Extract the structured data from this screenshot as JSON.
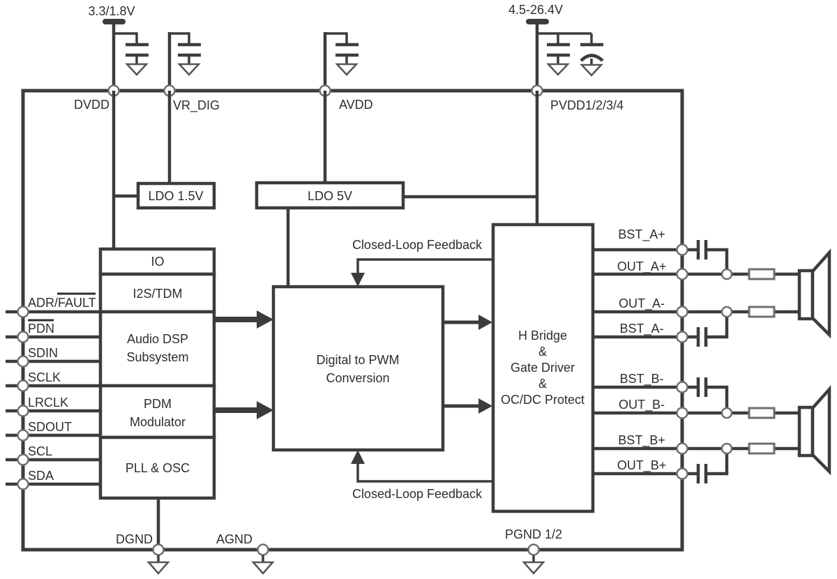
{
  "diagram": {
    "supply_digital": "3.3/1.8V",
    "supply_power": "4.5-26.4V",
    "top_pins": [
      "DVDD",
      "VR_DIG",
      "AVDD",
      "PVDD1/2/3/4"
    ],
    "left_pins": [
      "ADR/FAULT",
      "PDN",
      "SDIN",
      "SCLK",
      "LRCLK",
      "SDOUT",
      "SCL",
      "SDA"
    ],
    "overlined_pins": [
      "FAULT",
      "PDN"
    ],
    "right_pins": [
      "BST_A+",
      "OUT_A+",
      "OUT_A-",
      "BST_A-",
      "BST_B-",
      "OUT_B-",
      "BST_B+",
      "OUT_B+"
    ],
    "ground_pins": [
      "DGND",
      "AGND",
      "PGND 1/2"
    ],
    "blocks": {
      "ldo15": "LDO 1.5V",
      "ldo5": "LDO 5V",
      "io": "IO",
      "i2s": "I2S/TDM",
      "dsp_line1": "Audio DSP",
      "dsp_line2": "Subsystem",
      "pdm_line1": "PDM",
      "pdm_line2": "Modulator",
      "pll": "PLL & OSC",
      "pwm_line1": "Digital to PWM",
      "pwm_line2": "Conversion",
      "hb_line1": "H Bridge",
      "hb_line2": "&",
      "hb_line3": "Gate Driver",
      "hb_line4": "&",
      "hb_line5": "OC/DC Protect"
    },
    "feedback_top": "Closed-Loop Feedback",
    "feedback_bottom": "Closed-Loop Feedback",
    "colors": {
      "wire": "#3c3c3c",
      "text": "#2c2d33",
      "background": "#ffffff"
    }
  }
}
